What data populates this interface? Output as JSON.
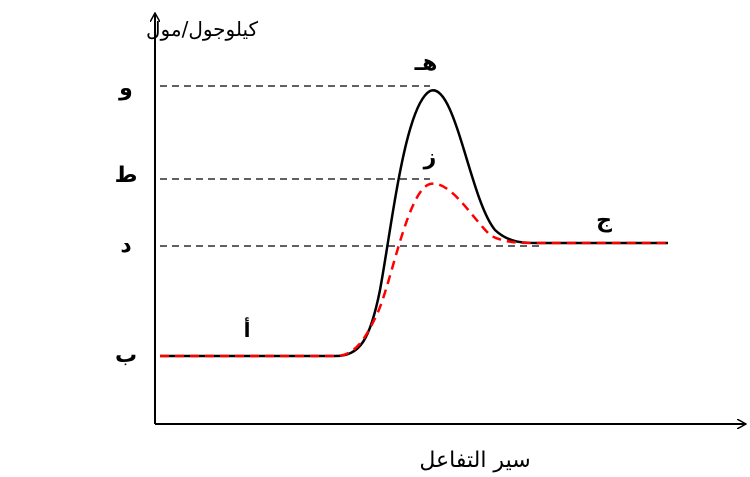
{
  "y_axis_label": "كيلوجول/مول",
  "x_axis_label": "سير التفاعل",
  "level_labels": {
    "top": "و",
    "middle": "ط",
    "product": "د",
    "reactant": "ب"
  },
  "point_labels": {
    "uncatalyzed_peak": "هـ",
    "catalyzed_peak": "ز",
    "reactants": "أ",
    "products": "ج"
  },
  "colors": {
    "uncatalyzed_curve": "#000000",
    "catalyzed_curve": "#ff0000",
    "guide_lines": "#000000"
  }
}
